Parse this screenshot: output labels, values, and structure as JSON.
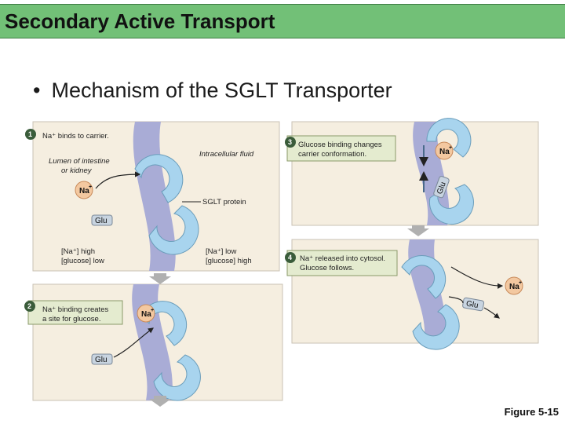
{
  "header": {
    "title": "Secondary Active Transport"
  },
  "main": {
    "bullet": "•",
    "heading": "Mechanism of the SGLT Transporter"
  },
  "diagram": {
    "step1": {
      "number": "1",
      "text": "Na⁺ binds to carrier."
    },
    "lumen_label": [
      "Lumen of intestine",
      "or kidney"
    ],
    "intracellular_label": "Intracellular fluid",
    "sglt_label": "SGLT protein",
    "left_concentration": [
      "[Na⁺] high",
      "[glucose] low"
    ],
    "right_concentration": [
      "[Na⁺] low",
      "[glucose] high"
    ],
    "step2": {
      "number": "2",
      "text": [
        "Na⁺ binding creates",
        "a site for glucose."
      ]
    },
    "step3": {
      "number": "3",
      "text": [
        "Glucose binding changes",
        "carrier conformation."
      ]
    },
    "step4": {
      "number": "4",
      "text": [
        "Na⁺ released into cytosol.",
        "Glucose follows."
      ]
    },
    "na_label": "Na",
    "na_sup": "+",
    "glu_label": "Glu"
  },
  "figure_label": "Figure 5-15",
  "colors": {
    "title_bar": "#72c077",
    "membrane": "#a9acd6",
    "carrier": "#a8d4ee",
    "callout_box": "#e4ebcf",
    "step_badge": "#3a5c3a",
    "na_ion": "#f3c8a0",
    "glu_tag": "#c8d4e0",
    "panel": "#f5eee0"
  }
}
